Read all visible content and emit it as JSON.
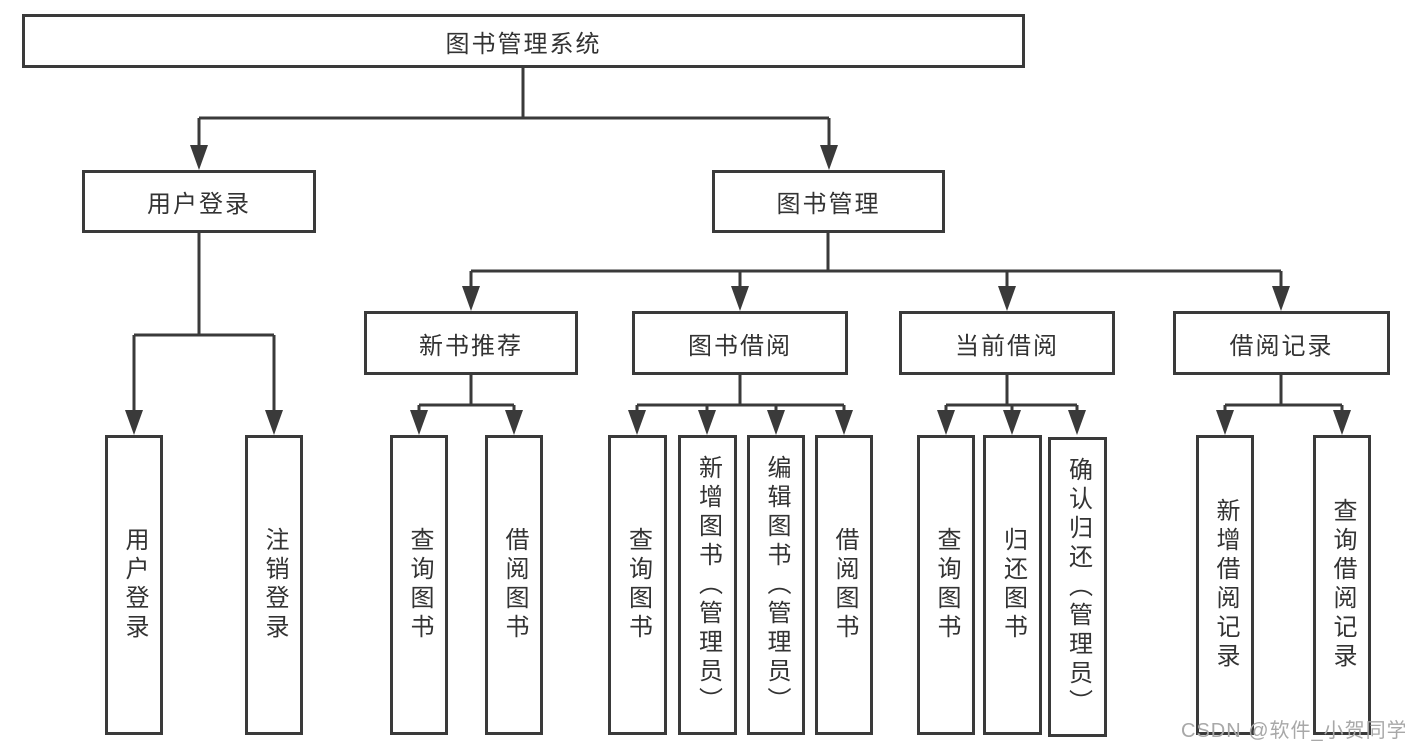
{
  "colors": {
    "line": "#3a3a3a",
    "border": "#3a3a3a",
    "text": "#333333",
    "background": "#ffffff",
    "watermark": "#a8a8a8"
  },
  "tree": {
    "label": "图书管理系统",
    "children": [
      {
        "label": "用户登录",
        "children": [
          {
            "label": "用户登录"
          },
          {
            "label": "注销登录"
          }
        ]
      },
      {
        "label": "图书管理",
        "children": [
          {
            "label": "新书推荐",
            "children": [
              {
                "label": "查询图书"
              },
              {
                "label": "借阅图书"
              }
            ]
          },
          {
            "label": "图书借阅",
            "children": [
              {
                "label": "查询图书"
              },
              {
                "label": "新增图书（管理员）"
              },
              {
                "label": "编辑图书（管理员）"
              },
              {
                "label": "借阅图书"
              }
            ]
          },
          {
            "label": "当前借阅",
            "children": [
              {
                "label": "查询图书"
              },
              {
                "label": "归还图书"
              },
              {
                "label": "确认归还（管理员）"
              }
            ]
          },
          {
            "label": "借阅记录",
            "children": [
              {
                "label": "新增借阅记录"
              },
              {
                "label": "查询借阅记录"
              }
            ]
          }
        ]
      }
    ]
  },
  "watermark": {
    "text": "CSDN @软件_小贺同学"
  }
}
